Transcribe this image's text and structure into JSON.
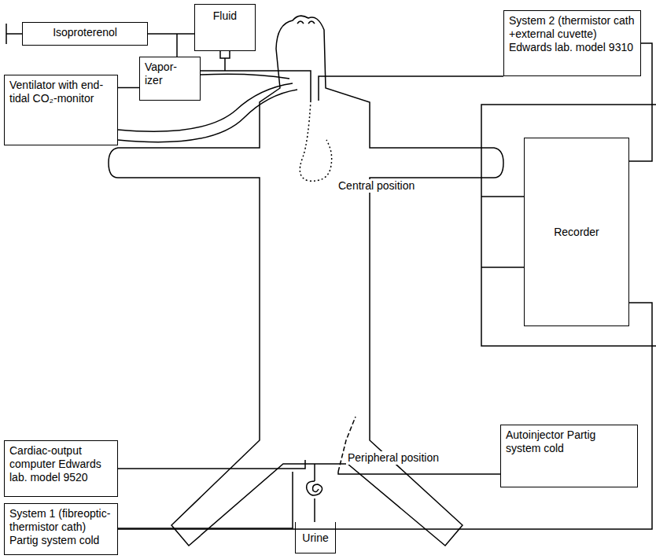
{
  "diagram": {
    "nodes": [
      {
        "text": [
          "Isoproterenol"
        ]
      },
      {
        "text": [
          "Fluid"
        ]
      },
      {
        "text": [
          "Ventilator with end-tidal CO₂-monitor"
        ]
      },
      {
        "text": [
          "Vapor- izer"
        ]
      },
      {
        "text": [
          "System 2 (thermistor cath +external cuvette) Edwards lab. model 9310"
        ]
      },
      {
        "text": [
          "Recorder"
        ]
      },
      {
        "text": [
          "Cardiac-output computer Edwards lab. model 9520"
        ]
      },
      {
        "text": [
          "System 1 (fibreoptic- thermistor cath) Partig system cold"
        ]
      },
      {
        "text": [
          "Autoinjector Partig system cold"
        ]
      },
      {
        "text": [
          "Urine"
        ]
      }
    ],
    "edges": [
      {
        "from": 0,
        "to": 1,
        "arrow": "none"
      },
      {
        "from": 2,
        "to": 3,
        "arrow": "none"
      },
      {
        "from": 4,
        "to": 5,
        "arrow": "none"
      },
      {
        "from": 7,
        "to": 5,
        "arrow": "none"
      }
    ],
    "labels": [
      "Central position",
      "Peripheral position"
    ]
  }
}
